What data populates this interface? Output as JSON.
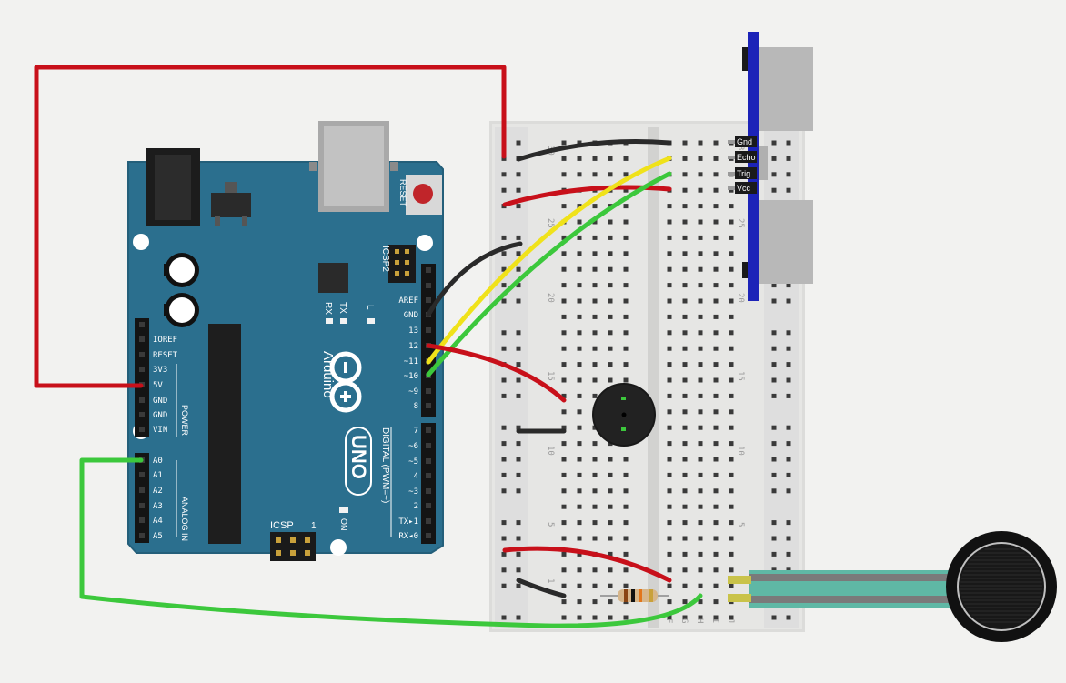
{
  "arduino": {
    "reset_label": "RESET",
    "icsp2_label": "ICSP2",
    "icsp_label": "ICSP",
    "tx_label": "TX",
    "rx_label": "RX",
    "l_label": "L",
    "on_label": "ON",
    "brand": "Arduino",
    "model": "UNO",
    "digital_label": "DIGITAL (PWM=~)",
    "power_label": "POWER",
    "analog_label": "ANALOG IN",
    "icsp_pin1": "1",
    "digital_pins_top": [
      "AREF",
      "GND",
      "13",
      "12",
      "~11",
      "~10",
      "~9",
      "8"
    ],
    "digital_pins_bottom": [
      "7",
      "~6",
      "~5",
      "4",
      "~3",
      "2",
      "TX▸1",
      "RX◂0"
    ],
    "power_pins": [
      "IOREF",
      "RESET",
      "3V3",
      "5V",
      "GND",
      "GND",
      "VIN"
    ],
    "analog_pins": [
      "A0",
      "A1",
      "A2",
      "A3",
      "A4",
      "A5"
    ]
  },
  "breadboard": {
    "row_numbers": [
      "30",
      "25",
      "20",
      "15",
      "10",
      "5",
      "1"
    ],
    "column_letters": [
      "F",
      "G",
      "H",
      "I",
      "J"
    ]
  },
  "ultrasonic": {
    "pins": [
      "Gnd",
      "Echo",
      "Trig",
      "Vcc"
    ]
  },
  "colors": {
    "board": "#2b6f8e",
    "wire_red": "#c8101a",
    "wire_black": "#2a2a2a",
    "wire_yellow": "#f0e21a",
    "wire_green": "#3cc83c",
    "sensor_blue": "#1c23b8"
  }
}
